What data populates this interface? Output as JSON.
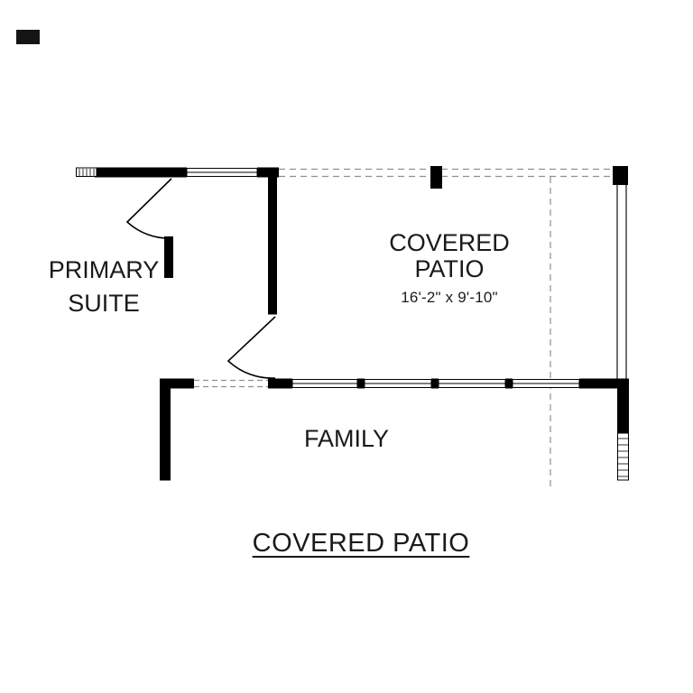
{
  "plan": {
    "title": "COVERED PATIO",
    "rooms": {
      "primary_suite": {
        "line1": "PRIMARY",
        "line2": "SUITE"
      },
      "covered_patio": {
        "line1": "COVERED",
        "line2": "PATIO",
        "dimensions": "16'-2\" x 9'-10\""
      },
      "family": {
        "label": "FAMILY"
      }
    },
    "colors": {
      "wall": "#000000",
      "dashed_line": "#8f8f8f",
      "text": "#1a1a1a",
      "background": "#ffffff"
    }
  }
}
